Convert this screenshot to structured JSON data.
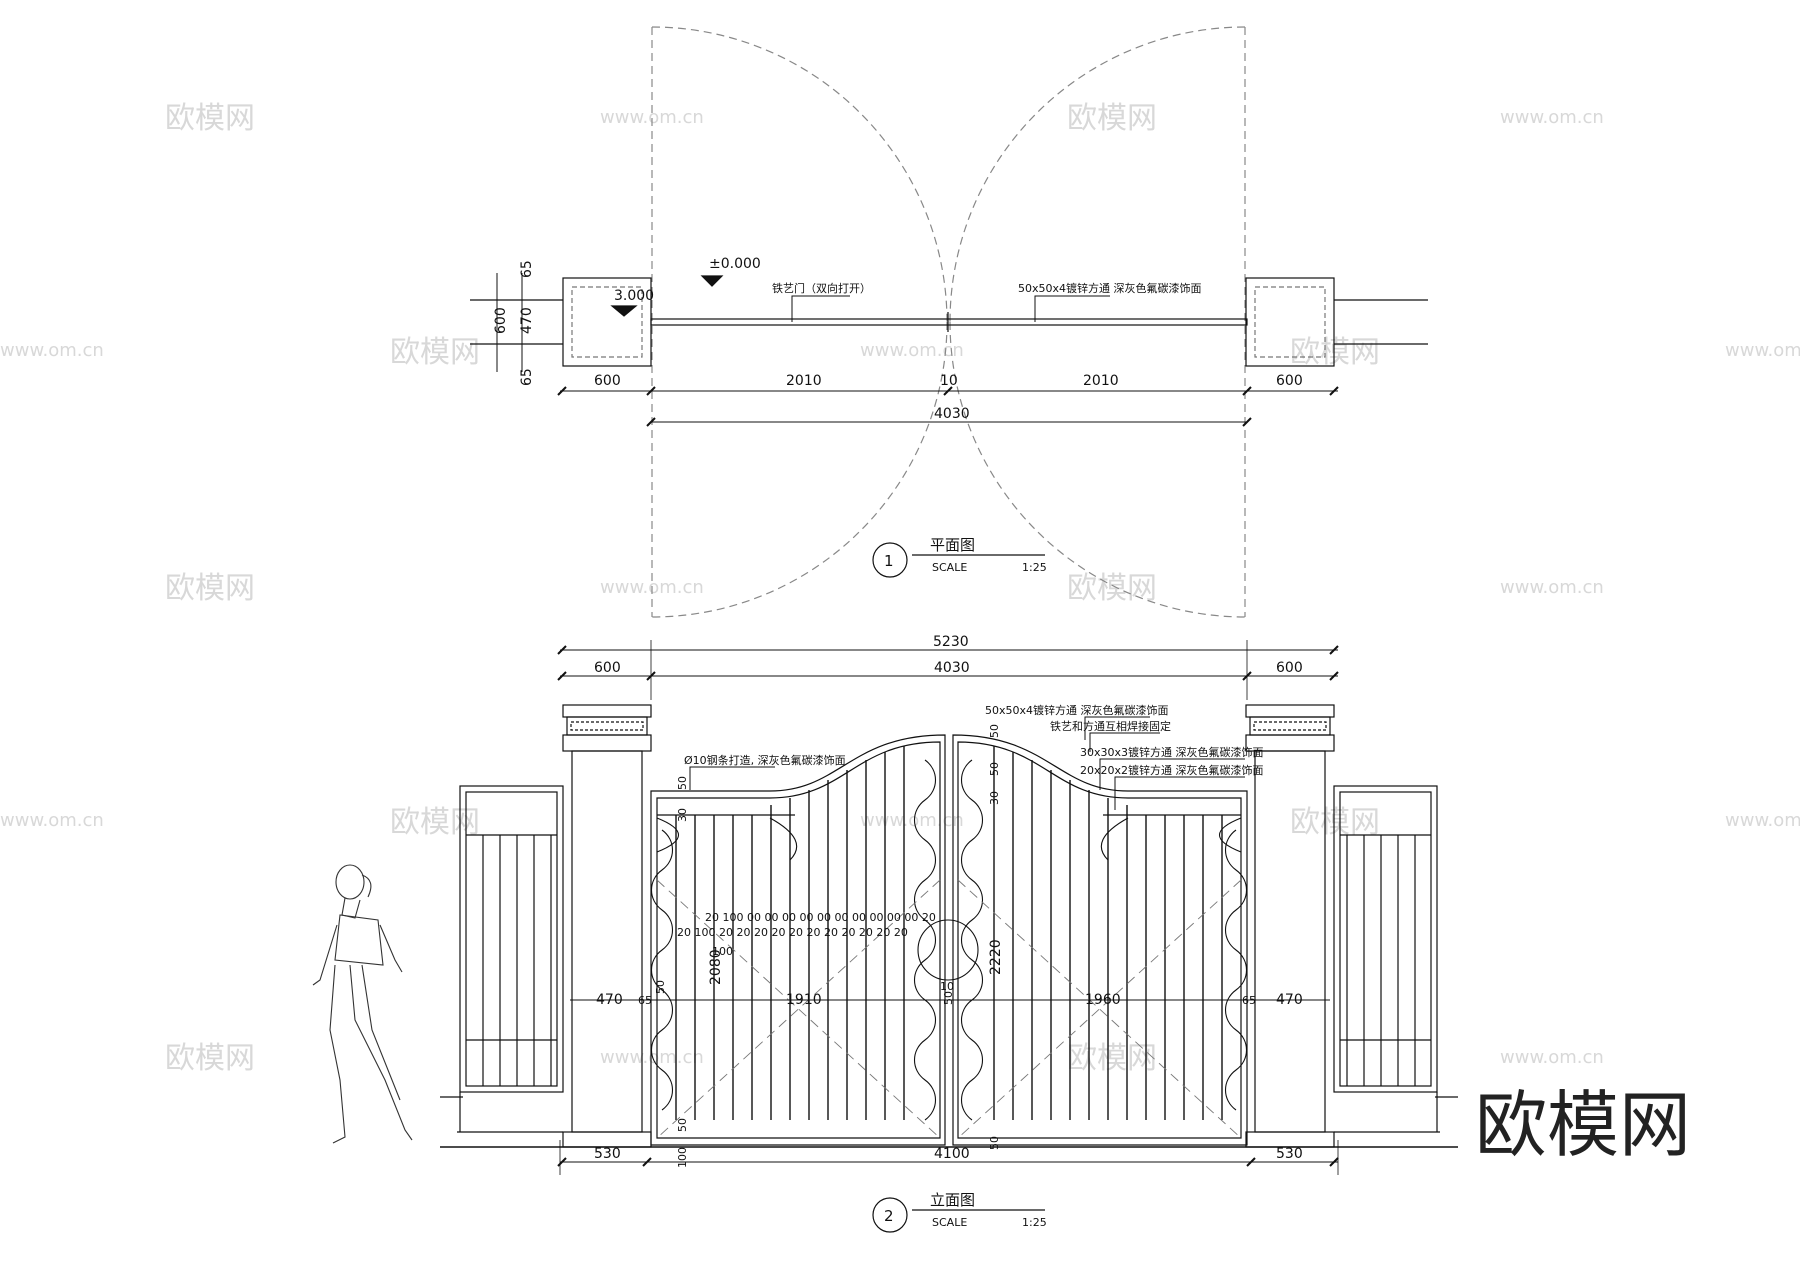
{
  "plan": {
    "elev_ground": "±0.000",
    "elev_pier": "3.000",
    "note_gate": "铁艺门（双向打开）",
    "note_tube": "50x50x4镀锌方通  深灰色氟碳漆饰面",
    "dims_top": [
      "600",
      "2010",
      "10",
      "2010",
      "600"
    ],
    "dim_total": "4030",
    "dims_side": [
      "65",
      "600",
      "470",
      "65"
    ],
    "title_no": "1",
    "title": "平面图",
    "scale_label": "SCALE",
    "scale": "1:25"
  },
  "elevation": {
    "dim_overall": "5230",
    "dims_top": [
      "600",
      "4030",
      "600"
    ],
    "notes": [
      "50x50x4镀锌方通  深灰色氟碳漆饰面",
      "铁艺和方通互相焊接固定",
      "30x30x3镀锌方通  深灰色氟碳漆饰面",
      "20x20x2镀锌方通  深灰色氟碳漆饰面",
      "Ø10钢条打造, 深灰色氟碳漆饰面"
    ],
    "dims_mid": [
      "470",
      "65",
      "1910",
      "1960",
      "65",
      "470"
    ],
    "dims_vertical": [
      "2080",
      "2220",
      "50",
      "30",
      "50",
      "50",
      "30",
      "50",
      "10",
      "50",
      "50",
      "100",
      "50"
    ],
    "bar_spacing_top": "20 100 00 00 00 00 00 00 00 00 00 00 20",
    "bar_spacing_bottom": "20 100 20 20 20 20 20 20 20 20 20 20 20",
    "bar_spacing_under": "100",
    "dims_bottom": [
      "530",
      "4100",
      "530"
    ],
    "title_no": "2",
    "title": "立面图",
    "scale_label": "SCALE",
    "scale": "1:25"
  },
  "watermarks": {
    "cn": "欧模网",
    "url": "www.om.cn",
    "brand": "欧模网"
  }
}
